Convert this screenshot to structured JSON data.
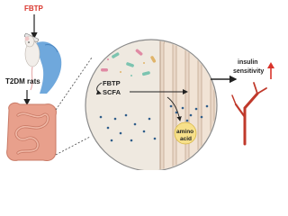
{
  "labels": {
    "fbtp_top": "FBTP",
    "t2dm_rats": "T2DM rats",
    "fbtp_inner": "FBTP",
    "scfa": "SCFA",
    "amino_line1": "amino",
    "amino_line2": "acid",
    "insulin_line1": "insulin",
    "insulin_line2": "sensitivity"
  },
  "colors": {
    "fbtp_red": "#d9342b",
    "up_arrow": "#d9342b",
    "vessel": "#c0392b",
    "intestine": "#e8a08c",
    "glove": "#6fa8dc",
    "amino_circle": "#f7e08a"
  },
  "icons": [
    "syringe-icon",
    "rat-icon",
    "glove-icon",
    "intestine-icon",
    "villi-icon",
    "bacteria-icon",
    "blood-vessel-icon",
    "up-arrow-icon"
  ]
}
